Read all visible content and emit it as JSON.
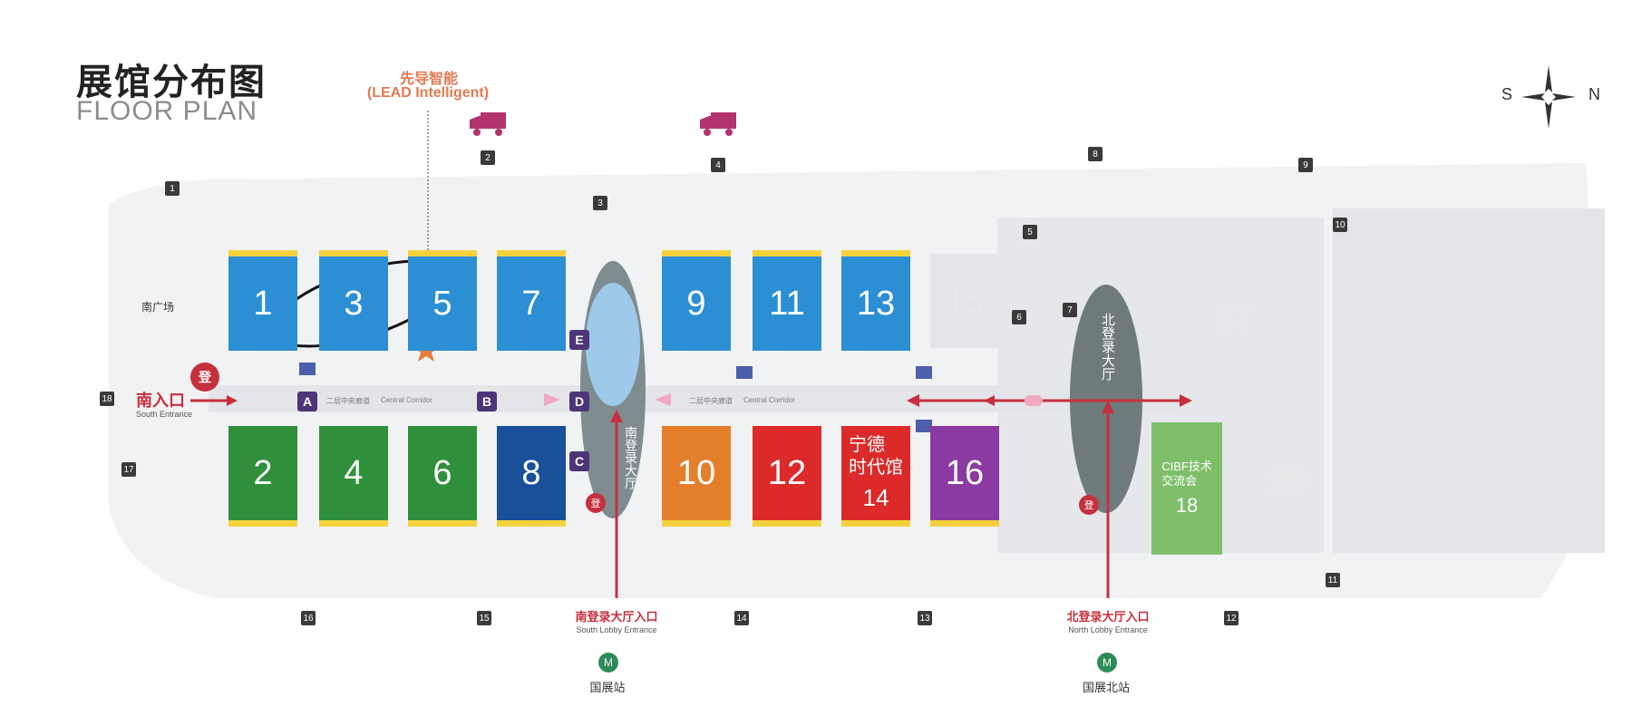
{
  "header": {
    "title_cn": "展馆分布图",
    "title_en": "FLOOR PLAN",
    "lead_cn": "先导智能",
    "lead_en": "(LEAD Intelligent)"
  },
  "compass": {
    "south": "S",
    "north": "N"
  },
  "halls": {
    "h1": "1",
    "h3": "3",
    "h5": "5",
    "h7": "7",
    "h9": "9",
    "h11": "11",
    "h13": "13",
    "h15": "15",
    "h17": "17",
    "h2": "2",
    "h4": "4",
    "h6": "6",
    "h8": "8",
    "h10": "10",
    "h12": "12",
    "h14_name": "宁德\n时代馆",
    "h14": "14",
    "h16": "16",
    "h18_name": "CIBF技术\n交流会",
    "h18": "18",
    "h20": "20"
  },
  "markers": {
    "m1": "1",
    "m2": "2",
    "m3": "3",
    "m4": "4",
    "m5": "5",
    "m6": "6",
    "m7": "7",
    "m8": "8",
    "m9": "9",
    "m10": "10",
    "m11": "11",
    "m12": "12",
    "m13": "13",
    "m14": "14",
    "m15": "15",
    "m16": "16",
    "m17": "17",
    "m18": "18"
  },
  "gates": {
    "a": "A",
    "b": "B",
    "c": "C",
    "d": "D",
    "e": "E"
  },
  "labels": {
    "south_square": "南广场",
    "south_entrance_cn": "南入口",
    "south_entrance_en": "South Entrance",
    "reg": "登",
    "corridor_cn": "二层中央廊道",
    "corridor_en": "Central Corridor",
    "south_lobby_cn": "南登录大厅",
    "north_lobby_cn": "北登录大厅",
    "south_lobby_entrance_cn": "南登录大厅入口",
    "south_lobby_entrance_en": "South Lobby Entrance",
    "north_lobby_entrance_cn": "北登录大厅入口",
    "north_lobby_entrance_en": "North Lobby Entrance",
    "station_south": "国展站",
    "station_north": "国展北站",
    "metro_icon_text": "M"
  },
  "colors": {
    "blue": "#2c8fd3",
    "green": "#2f8f3b",
    "darkblue": "#1a4f99",
    "orange": "#e37f2b",
    "red": "#dc2a2a",
    "purple": "#8a3aa0",
    "lightgreen": "#7fbf6a",
    "faded": "#d6d6d6",
    "accent_red": "#c5303d",
    "gate_purple": "#4d3577",
    "lobby_grey": "#6f7a7d"
  }
}
